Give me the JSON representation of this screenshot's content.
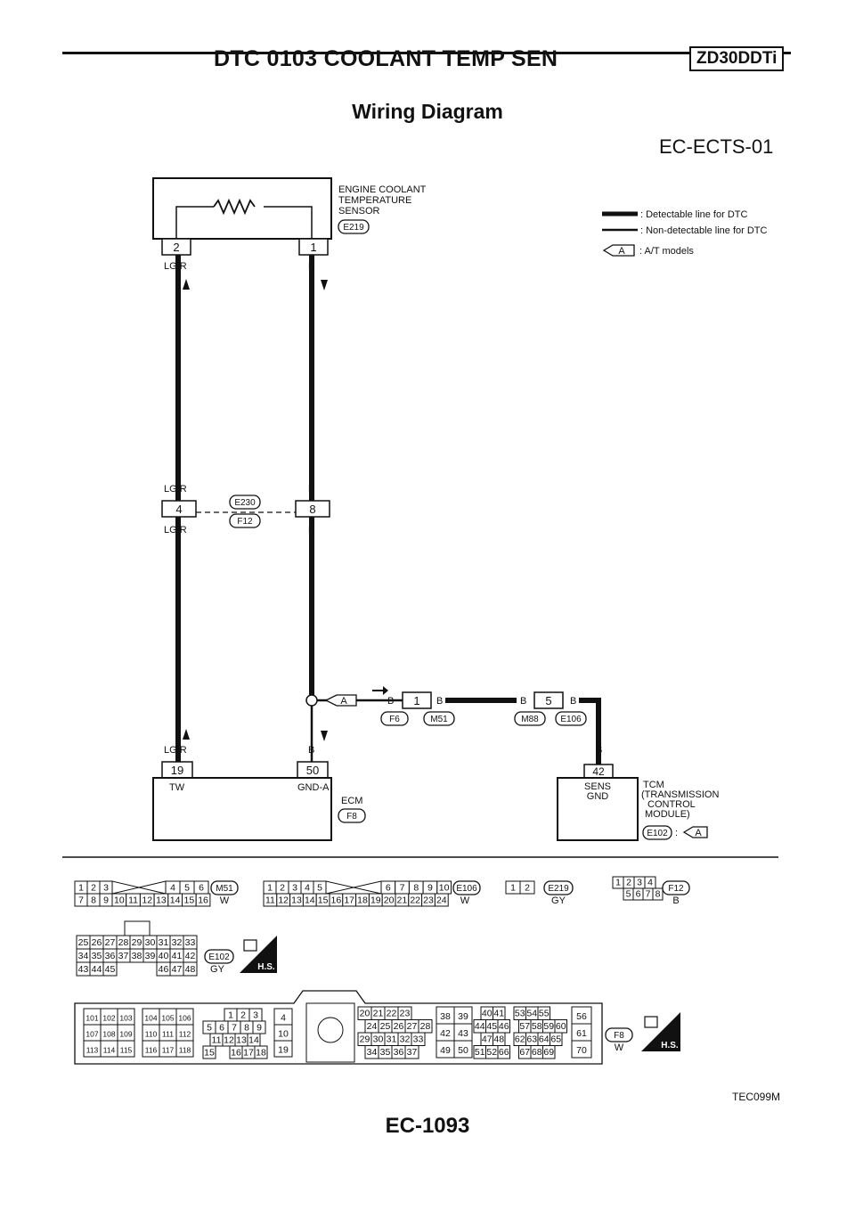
{
  "header": {
    "title": "DTC 0103 COOLANT TEMP SEN",
    "engine_code": "ZD30DDTi"
  },
  "section_title": "Wiring Diagram",
  "diagram_id": "EC-ECTS-01",
  "sensor": {
    "name_lines": [
      "ENGINE COOLANT",
      "TEMPERATURE",
      "SENSOR"
    ],
    "connector": "E219",
    "pin_left": "2",
    "pin_right": "1"
  },
  "legend": {
    "detectable": ": Detectable line for DTC",
    "non_detectable": ": Non-detectable line for DTC",
    "at_symbol": "A",
    "at_text": ": A/T models"
  },
  "wires": {
    "lgr": "LG/R",
    "b": "B"
  },
  "joint": {
    "connector_top": "E230",
    "connector_bottom": "F12",
    "pin_left": "4",
    "pin_right": "8"
  },
  "branch": {
    "symbol": "A",
    "pin_1": "1",
    "pin_5": "5",
    "conn_f6": "F6",
    "conn_m51": "M51",
    "conn_m88": "M88",
    "conn_e106": "E106"
  },
  "ecm": {
    "name": "ECM",
    "connector": "F8",
    "pin_tw": "19",
    "label_tw": "TW",
    "pin_gnd": "50",
    "label_gnd": "GND-A"
  },
  "tcm": {
    "name_lines": [
      "TCM",
      "(TRANSMISSION",
      "CONTROL",
      "MODULE)"
    ],
    "connector": "E102",
    "colon": ":",
    "at_symbol": "A",
    "pin": "42",
    "pin_label_1": "SENS",
    "pin_label_2": "GND"
  },
  "connectors": {
    "m51": {
      "id": "M51",
      "color": "W",
      "row1": [
        "1",
        "2",
        "3",
        "",
        "4",
        "5",
        "6"
      ],
      "row2": [
        "7",
        "8",
        "9",
        "10",
        "11",
        "12",
        "13",
        "14",
        "15",
        "16"
      ]
    },
    "e106": {
      "id": "E106",
      "color": "W",
      "row1": [
        "1",
        "2",
        "3",
        "4",
        "5",
        "",
        "6",
        "7",
        "8",
        "9",
        "10"
      ],
      "row2": [
        "11",
        "12",
        "13",
        "14",
        "15",
        "16",
        "17",
        "18",
        "19",
        "20",
        "21",
        "22",
        "23",
        "24"
      ]
    },
    "e219": {
      "id": "E219",
      "color": "GY",
      "row1": [
        "1",
        "2"
      ]
    },
    "f12": {
      "id": "F12",
      "color": "B",
      "row1": [
        "1",
        "2",
        "3",
        "4"
      ],
      "row2": [
        "5",
        "6",
        "7",
        "8"
      ]
    },
    "e102": {
      "id": "E102",
      "color": "GY",
      "row1": [
        "25",
        "26",
        "27",
        "28",
        "29",
        "30",
        "31",
        "32",
        "33"
      ],
      "row2": [
        "34",
        "35",
        "36",
        "37",
        "38",
        "39",
        "40",
        "41",
        "42"
      ],
      "row3": [
        "43",
        "44",
        "45",
        "",
        "",
        "",
        "46",
        "47",
        "48"
      ],
      "hs": "H.S."
    },
    "f8": {
      "id": "F8",
      "color": "W",
      "hs": "H.S.",
      "b1": [
        "101",
        "102",
        "103",
        "107",
        "108",
        "109",
        "113",
        "114",
        "115"
      ],
      "b2": [
        "104",
        "105",
        "106",
        "110",
        "111",
        "112",
        "116",
        "117",
        "118"
      ],
      "b3": [
        "1",
        "2",
        "3",
        "5",
        "6",
        "7",
        "8",
        "9",
        "11",
        "12",
        "13",
        "14",
        "15",
        "16",
        "17",
        "18"
      ],
      "b4": [
        "4",
        "10",
        "19"
      ],
      "b5": [
        "20",
        "21",
        "22",
        "23",
        "24",
        "25",
        "26",
        "27",
        "28",
        "29",
        "30",
        "31",
        "32",
        "33",
        "34",
        "35",
        "36",
        "37"
      ],
      "b6": [
        "38",
        "39",
        "42",
        "43",
        "49",
        "50"
      ],
      "b7": [
        "40",
        "41",
        "53",
        "54",
        "55",
        "44",
        "45",
        "46",
        "57",
        "58",
        "59",
        "60",
        "47",
        "48",
        "62",
        "63",
        "64",
        "65",
        "51",
        "52",
        "66",
        "67",
        "68",
        "69"
      ],
      "b8": [
        "56",
        "61",
        "70"
      ]
    }
  },
  "figure_id": "TEC099M",
  "page_number": "EC-1093"
}
